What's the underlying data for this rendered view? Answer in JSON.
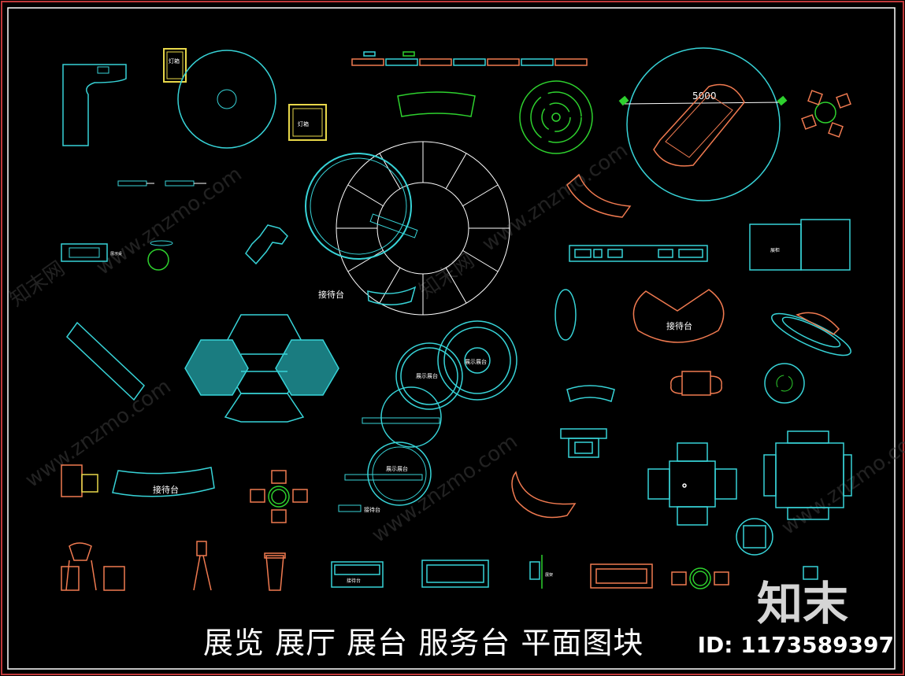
{
  "colors": {
    "background": "#000000",
    "frame_outer": "#c0393b",
    "frame_inner": "#ffffff",
    "cyan": "#37d3d7",
    "green": "#2ed12e",
    "orange": "#f07a50",
    "white": "#ffffff",
    "yellow": "#e8d84a"
  },
  "labels": {
    "dimension": "5000",
    "reception_1": "接待台",
    "reception_2": "接待台",
    "reception_3": "接待台",
    "reception_4": "接待台",
    "display_1": "展示展台",
    "display_2": "展示展台",
    "display_3": "展示展台",
    "lamp_1": "灯箱",
    "lamp_2": "灯箱",
    "cabinet_1": "展柜",
    "stand_1": "展架",
    "table_label_1": "展示桌",
    "table_label_2": "接待台"
  },
  "watermark": {
    "site": "www.znzmo.com",
    "cn": "知末网"
  },
  "footer": {
    "title": "展览  展厅  展台  服务台  平面图块",
    "brand": "知末",
    "id": "ID: 1173589397"
  }
}
